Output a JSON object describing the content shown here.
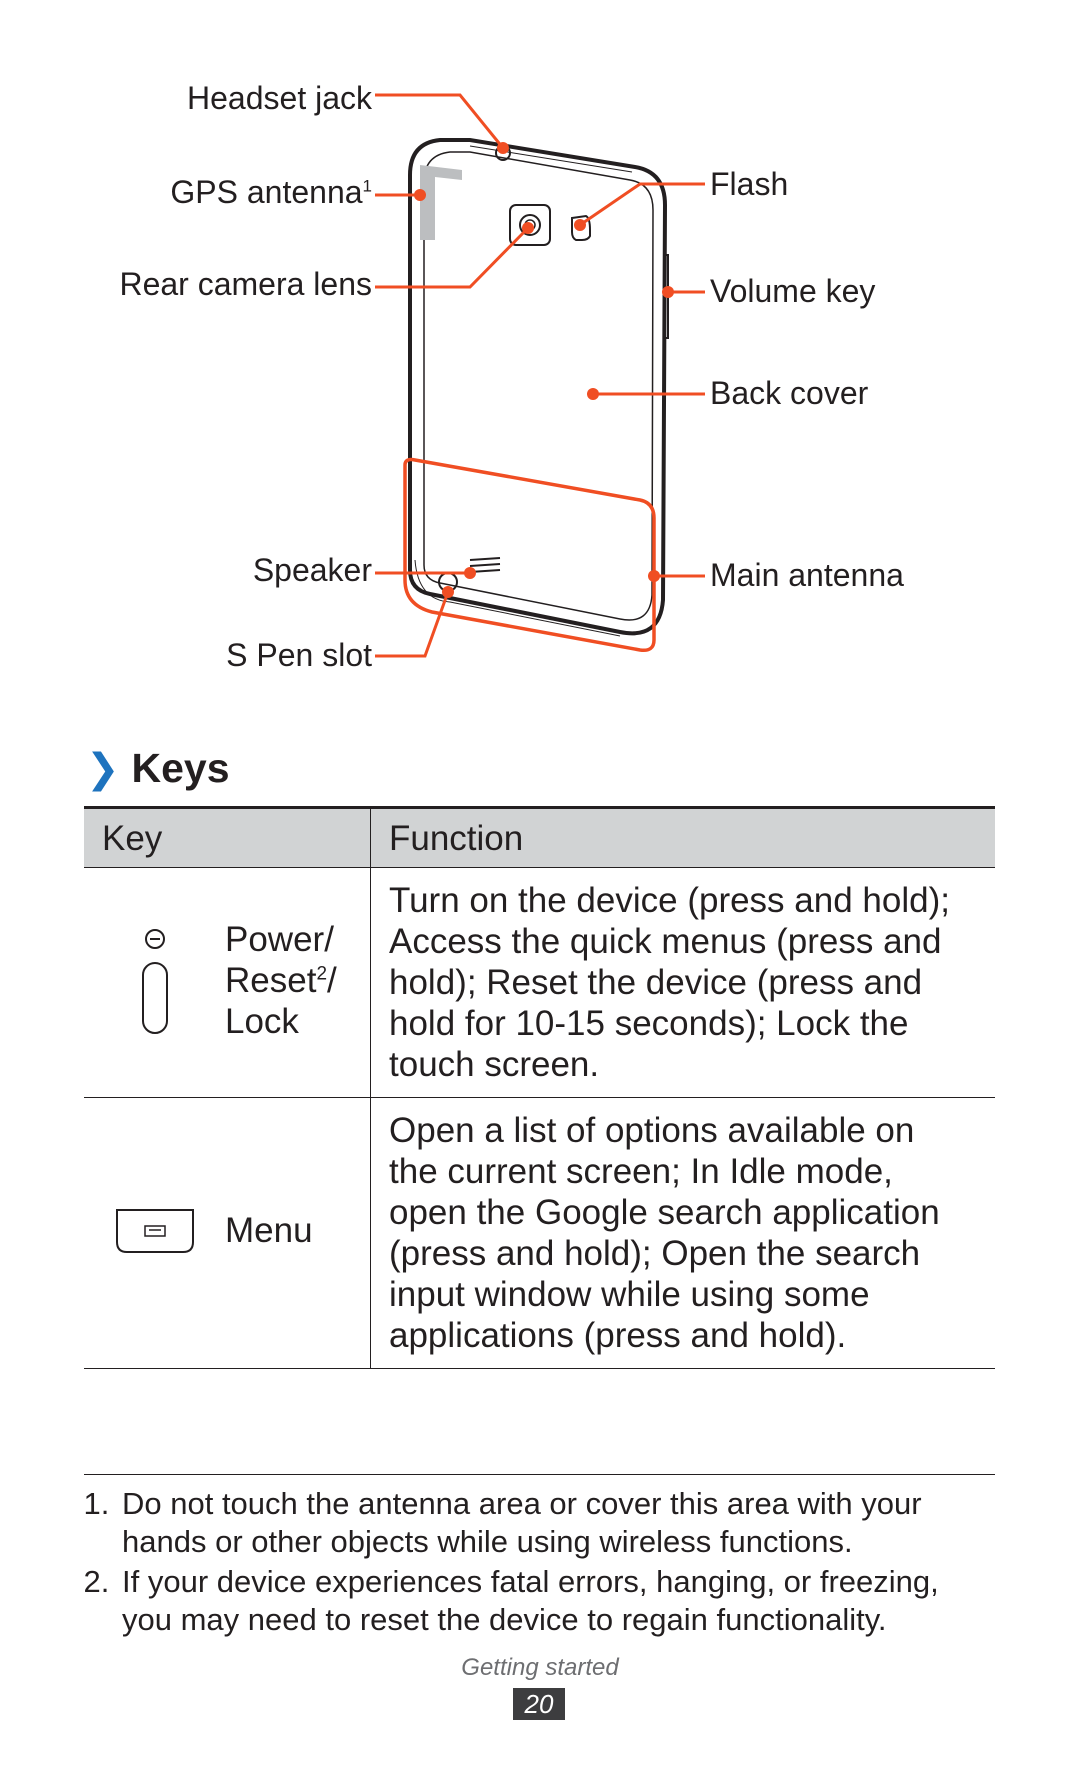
{
  "callouts": {
    "headset_jack": "Headset jack",
    "gps_antenna": "GPS antenna",
    "gps_antenna_sup": "1",
    "rear_camera_lens": "Rear camera lens",
    "speaker": "Speaker",
    "s_pen_slot": "S Pen slot",
    "flash": "Flash",
    "volume_key": "Volume key",
    "back_cover": "Back cover",
    "main_antenna": "Main antenna"
  },
  "section": {
    "chevron": "❯",
    "title": "Keys"
  },
  "table": {
    "headers": {
      "key": "Key",
      "function": "Function"
    },
    "rows": [
      {
        "icon": "power-key-icon",
        "name_line1": "Power/",
        "name_line2": "Reset",
        "name_sup": "2",
        "name_line2_suffix": "/",
        "name_line3": "Lock",
        "function": "Turn on the device (press and hold); Access the quick menus (press and hold); Reset the device (press and hold for 10-15 seconds); Lock the touch screen."
      },
      {
        "icon": "menu-key-icon",
        "name_line1": "Menu",
        "function": "Open a list of options available on the current screen; In Idle mode, open the Google search application (press and hold); Open the search input window while using some applications (press and hold)."
      }
    ]
  },
  "footnotes": [
    "Do not touch the antenna area or cover this area with your hands or other objects while using wireless functions.",
    "If your device experiences fatal errors, hanging, or freezing, you may need to reset the device to regain functionality."
  ],
  "footer": {
    "section": "Getting started",
    "page": "20"
  },
  "colors": {
    "accent": "#f04e23",
    "chevron": "#1e73be",
    "header_bg": "#d1d3d4"
  }
}
